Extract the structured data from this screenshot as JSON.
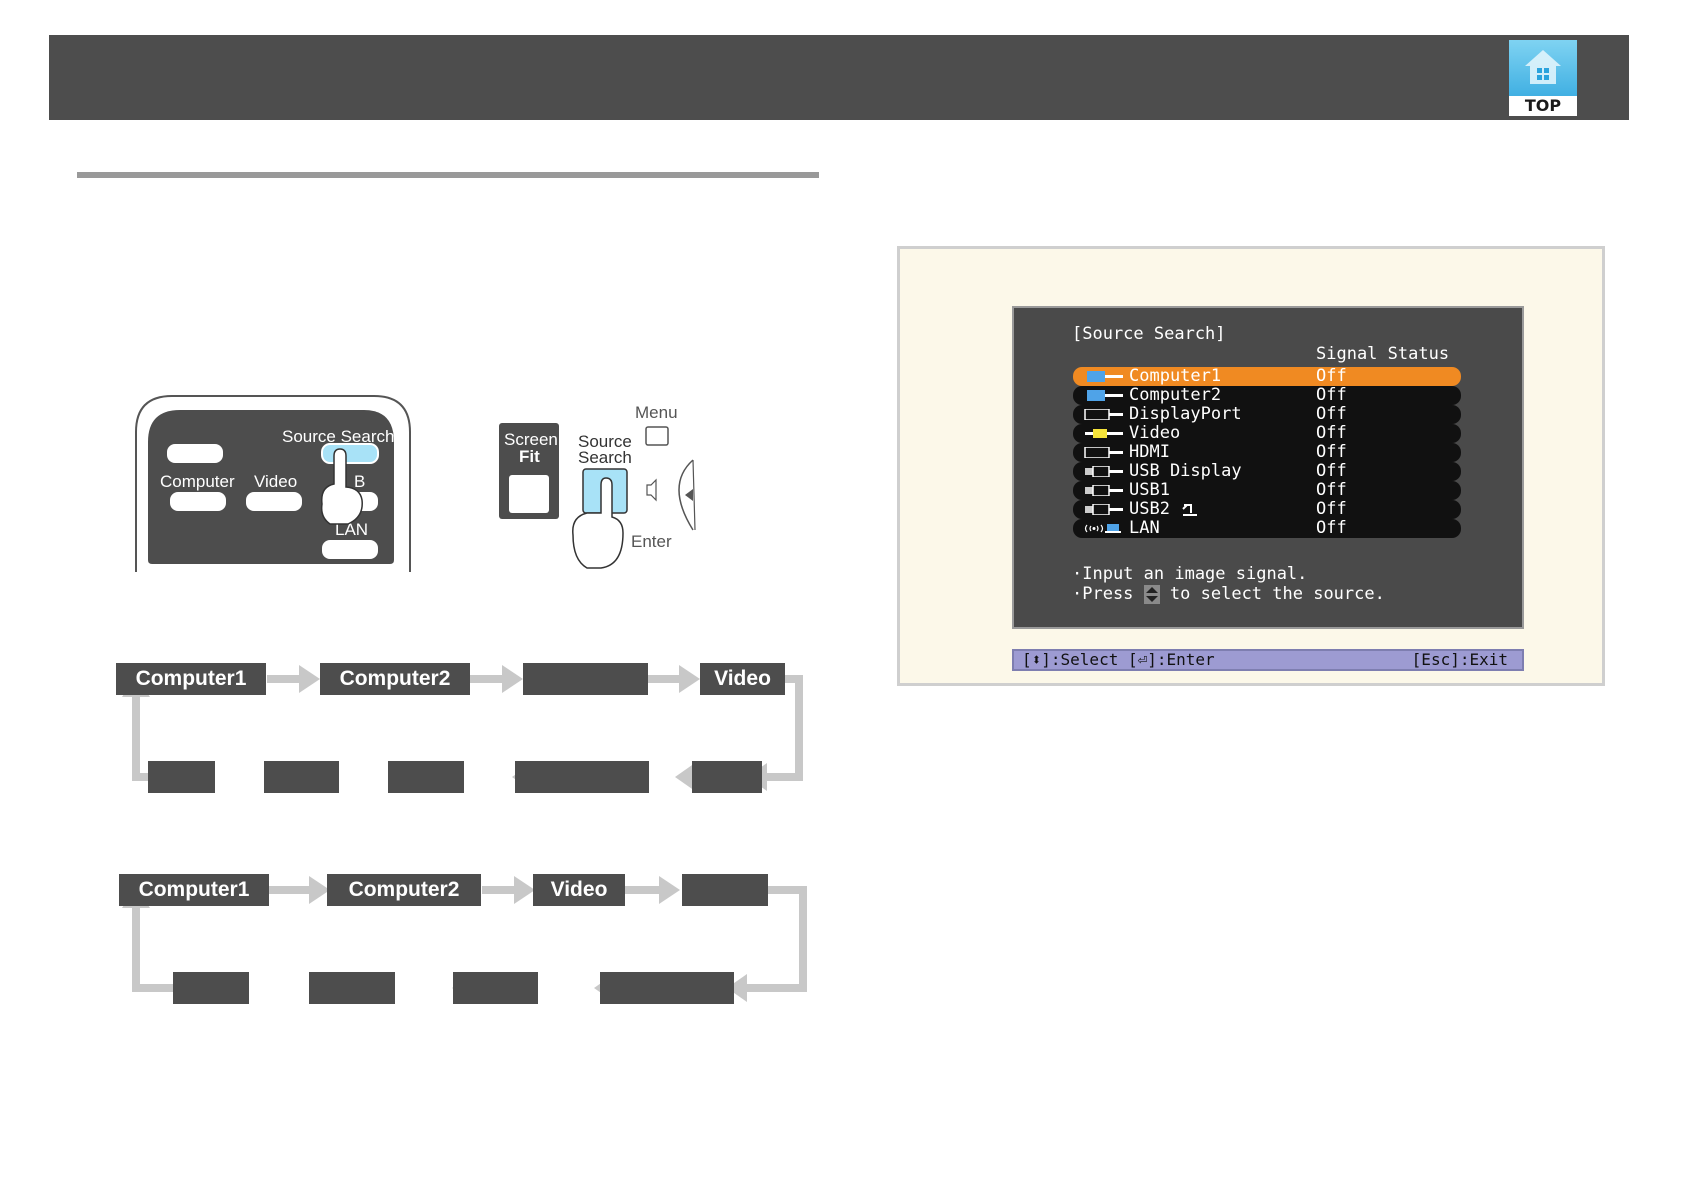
{
  "header": {
    "top_button_label": "TOP"
  },
  "remote_illustration": {
    "label_source_search": "Source Search",
    "label_computer": "Computer",
    "label_video": "Video",
    "label_usb_partial": "B",
    "label_lan": "LAN"
  },
  "panel_illustration": {
    "label_screen": "Screen",
    "label_fit": "Fit",
    "label_source": "Source",
    "label_search": "Search",
    "label_menu": "Menu",
    "label_enter": "Enter"
  },
  "sequence_1": {
    "box1": "Computer1",
    "box2": "Computer2",
    "box4": "Video"
  },
  "sequence_2": {
    "box1": "Computer1",
    "box2": "Computer2",
    "box3": "Video"
  },
  "osd": {
    "title": "[Source Search]",
    "column_header": "Signal Status",
    "rows": [
      {
        "name": "Computer1",
        "status": "Off",
        "icon": "computer-port-icon"
      },
      {
        "name": "Computer2",
        "status": "Off",
        "icon": "computer-port-icon"
      },
      {
        "name": "DisplayPort",
        "status": "Off",
        "icon": "displayport-icon"
      },
      {
        "name": "Video",
        "status": "Off",
        "icon": "video-rca-icon"
      },
      {
        "name": "HDMI",
        "status": "Off",
        "icon": "hdmi-icon"
      },
      {
        "name": "USB Display",
        "status": "Off",
        "icon": "usb-icon"
      },
      {
        "name": "USB1",
        "status": "Off",
        "icon": "usb-icon"
      },
      {
        "name": "USB2",
        "status": "Off",
        "icon": "usb-icon"
      },
      {
        "name": "LAN",
        "status": "Off",
        "icon": "lan-wireless-icon"
      }
    ],
    "message_1": "·Input an image signal.",
    "message_2_before": "·Press",
    "message_2_after": "to select the source.",
    "footer_left": "[⬍]:Select  [⏎]:Enter",
    "footer_right": "[Esc]:Exit",
    "colors": {
      "selected_row": "#f08a22",
      "row": "#111111",
      "footer": "#9d9bd2"
    }
  }
}
